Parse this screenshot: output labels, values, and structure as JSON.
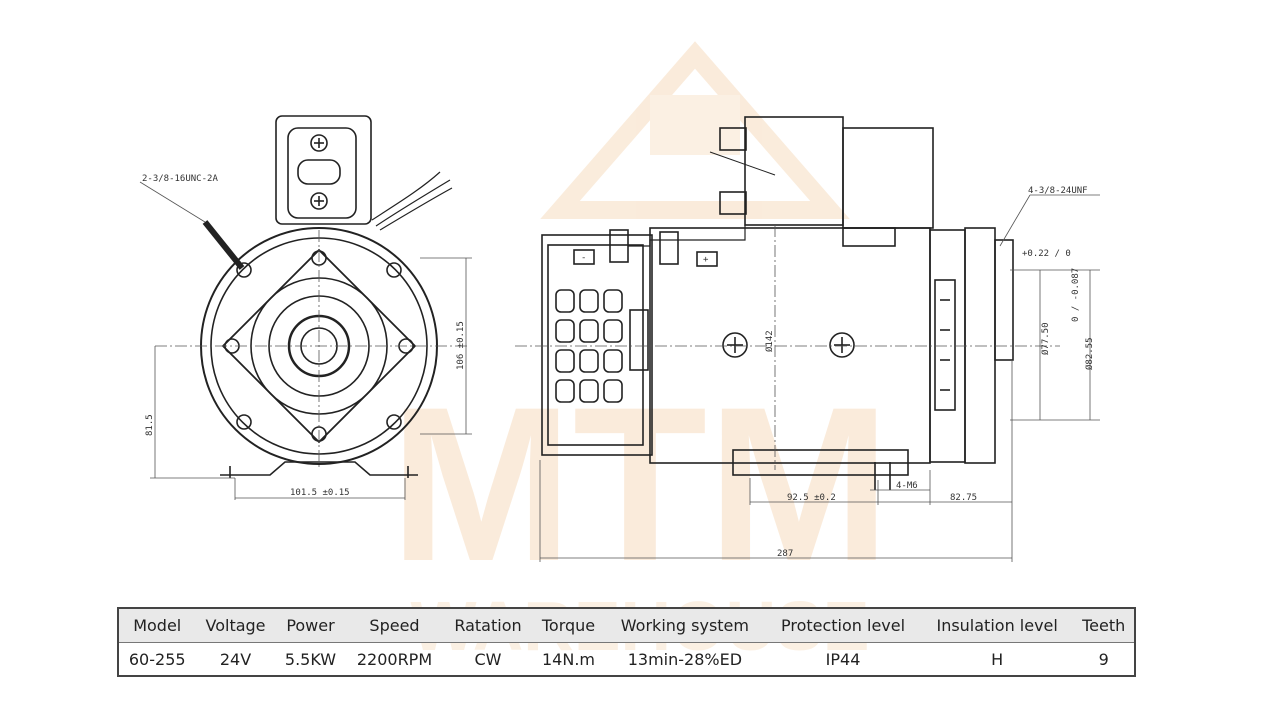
{
  "watermark": {
    "logo_text": "MTM",
    "sub_text": "WAREHOUSE",
    "color": "#f2c89a"
  },
  "left_view": {
    "callout_thread": "2-3/8-16UNC-2A",
    "dim_height": "106 ±0.15",
    "dim_center": "81.5",
    "dim_width": "101.5 ±0.15"
  },
  "side_view": {
    "terminal_neg": "-",
    "terminal_pos": "+",
    "callout_thread": "4-3/8-24UNF",
    "dim_body_dia": "Ø142",
    "dim_shaft_dia1": "Ø77.50",
    "dim_shaft_tol1": "0 / -0.087",
    "dim_shaft_dia2": "Ø82.55",
    "dim_shaft_tol2": "+0.22 / 0",
    "dim_foot": "92.5 ±0.2",
    "dim_holes": "4-M6",
    "dim_flange": "82.75",
    "dim_length": "287"
  },
  "spec_table": {
    "headers": [
      "Model",
      "Voltage",
      "Power",
      "Speed",
      "Ratation",
      "Torque",
      "Working system",
      "Protection level",
      "Insulation level",
      "Teeth"
    ],
    "row": [
      "60-255",
      "24V",
      "5.5KW",
      "2200RPM",
      "CW",
      "14N.m",
      "13min-28%ED",
      "IP44",
      "H",
      "9"
    ]
  },
  "colors": {
    "line": "#222222",
    "table_header": "#e9e9e9"
  }
}
